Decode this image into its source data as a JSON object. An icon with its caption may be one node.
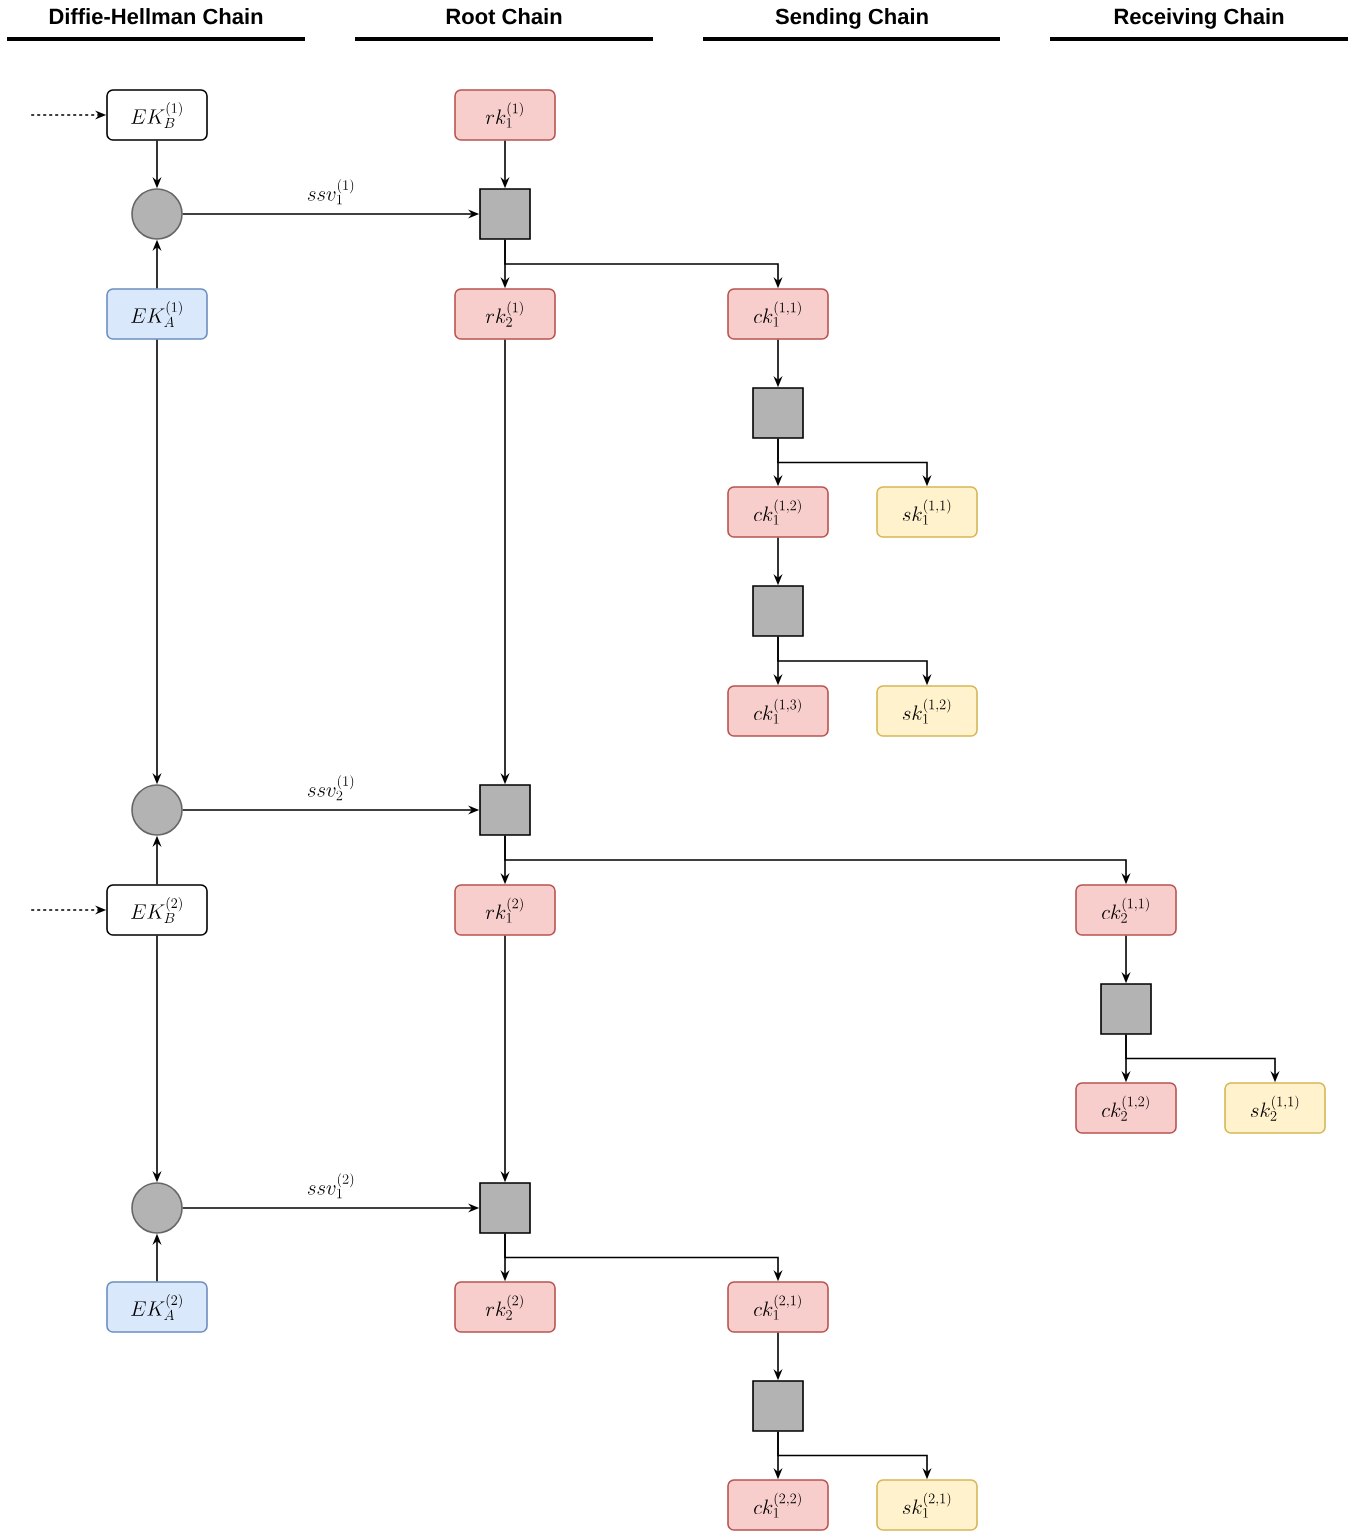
{
  "diagram": {
    "nodes": [
      {
        "text": [
          "EK_B^{(1)}"
        ]
      },
      {
        "text": [],
        "shape": "circle"
      },
      {
        "text": [
          "EK_A^{(1)}"
        ]
      },
      {
        "text": [
          "rk_1^{(1)}"
        ]
      },
      {
        "text": [],
        "shape": "box"
      },
      {
        "text": [
          "rk_2^{(1)}"
        ]
      },
      {
        "text": [
          "ck_1^{(1,1)}"
        ]
      },
      {
        "text": [],
        "shape": "box"
      },
      {
        "text": [
          "ck_1^{(1,2)}"
        ]
      },
      {
        "text": [
          "sk_1^{(1,1)}"
        ]
      },
      {
        "text": [],
        "shape": "box"
      },
      {
        "text": [
          "ck_1^{(1,3)}"
        ]
      },
      {
        "text": [
          "sk_1^{(1,2)}"
        ]
      },
      {
        "text": [],
        "shape": "circle"
      },
      {
        "text": [],
        "shape": "box"
      },
      {
        "text": [
          "EK_B^{(2)}"
        ]
      },
      {
        "text": [
          "rk_1^{(2)}"
        ]
      },
      {
        "text": [
          "ck_2^{(1,1)}"
        ]
      },
      {
        "text": [],
        "shape": "box"
      },
      {
        "text": [
          "ck_2^{(1,2)}"
        ]
      },
      {
        "text": [
          "sk_2^{(1,1)}"
        ]
      },
      {
        "text": [],
        "shape": "circle"
      },
      {
        "text": [],
        "shape": "box"
      },
      {
        "text": [
          "EK_A^{(2)}"
        ]
      },
      {
        "text": [
          "rk_2^{(2)}"
        ]
      },
      {
        "text": [
          "ck_1^{(2,1)}"
        ]
      },
      {
        "text": [],
        "shape": "box"
      },
      {
        "text": [
          "ck_1^{(2,2)}"
        ]
      },
      {
        "text": [
          "sk_1^{(2,1)}"
        ]
      }
    ],
    "edges": [
      {
        "from": null,
        "to": 0,
        "arrow": "to",
        "style": "dashed"
      },
      {
        "from": 0,
        "to": 1,
        "arrow": "to"
      },
      {
        "from": 2,
        "to": 1,
        "arrow": "to"
      },
      {
        "from": 1,
        "to": 4,
        "arrow": "to",
        "label": "ssv_1^{(1)}"
      },
      {
        "from": 3,
        "to": 4,
        "arrow": "to"
      },
      {
        "from": 4,
        "to": 5,
        "arrow": "to"
      },
      {
        "from": 4,
        "to": 6,
        "arrow": "to"
      },
      {
        "from": 6,
        "to": 7,
        "arrow": "to"
      },
      {
        "from": 7,
        "to": 8,
        "arrow": "to"
      },
      {
        "from": 7,
        "to": 9,
        "arrow": "to"
      },
      {
        "from": 8,
        "to": 10,
        "arrow": "to"
      },
      {
        "from": 10,
        "to": 11,
        "arrow": "to"
      },
      {
        "from": 10,
        "to": 12,
        "arrow": "to"
      },
      {
        "from": 2,
        "to": 13,
        "arrow": "to"
      },
      {
        "from": 5,
        "to": 14,
        "arrow": "to"
      },
      {
        "from": 13,
        "to": 14,
        "arrow": "to",
        "label": "ssv_2^{(1)}"
      },
      {
        "from": 15,
        "to": 13,
        "arrow": "to"
      },
      {
        "from": null,
        "to": 15,
        "arrow": "to",
        "style": "dashed"
      },
      {
        "from": 14,
        "to": 16,
        "arrow": "to"
      },
      {
        "from": 14,
        "to": 17,
        "arrow": "to"
      },
      {
        "from": 17,
        "to": 18,
        "arrow": "to"
      },
      {
        "from": 18,
        "to": 19,
        "arrow": "to"
      },
      {
        "from": 18,
        "to": 20,
        "arrow": "to"
      },
      {
        "from": 15,
        "to": 21,
        "arrow": "to"
      },
      {
        "from": 16,
        "to": 22,
        "arrow": "to"
      },
      {
        "from": 21,
        "to": 22,
        "arrow": "to",
        "label": "ssv_1^{(2)}"
      },
      {
        "from": 23,
        "to": 21,
        "arrow": "to"
      },
      {
        "from": 22,
        "to": 24,
        "arrow": "to"
      },
      {
        "from": 22,
        "to": 25,
        "arrow": "to"
      },
      {
        "from": 25,
        "to": 26,
        "arrow": "to"
      },
      {
        "from": 26,
        "to": 27,
        "arrow": "to"
      },
      {
        "from": 26,
        "to": 28,
        "arrow": "to"
      }
    ],
    "labels": [
      "Diffie-Hellman Chain",
      "Root Chain",
      "Sending Chain",
      "Receiving Chain"
    ]
  }
}
